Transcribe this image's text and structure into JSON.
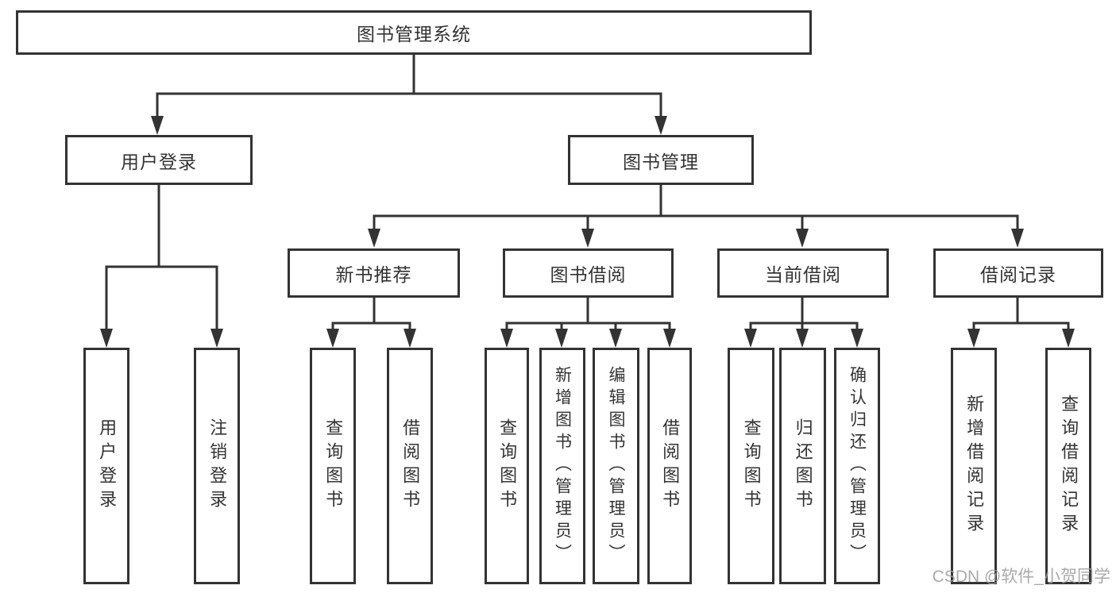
{
  "tree": {
    "root": {
      "label": "图书管理系统"
    },
    "modules": [
      {
        "label": "用户登录",
        "children": [
          {
            "label": "用户登录"
          },
          {
            "label": "注销登录"
          }
        ]
      },
      {
        "label": "图书管理",
        "children": [
          {
            "label": "新书推荐",
            "children": [
              {
                "label": "查询图书"
              },
              {
                "label": "借阅图书"
              }
            ]
          },
          {
            "label": "图书借阅",
            "children": [
              {
                "label": "查询图书"
              },
              {
                "label": "新增图书（管理员）"
              },
              {
                "label": "编辑图书（管理员）"
              },
              {
                "label": "借阅图书"
              }
            ]
          },
          {
            "label": "当前借阅",
            "children": [
              {
                "label": "查询图书"
              },
              {
                "label": "归还图书"
              },
              {
                "label": "确认归还（管理员）"
              }
            ]
          },
          {
            "label": "借阅记录",
            "children": [
              {
                "label": "新增借阅记录"
              },
              {
                "label": "查询借阅记录"
              }
            ]
          }
        ]
      }
    ]
  },
  "watermark": {
    "text": "CSDN @软件_小贺同学"
  },
  "colors": {
    "line": "#333333",
    "box_border": "#333333",
    "box_fill": "#ffffff",
    "text": "#333333",
    "background": "#ffffff",
    "watermark": "#9c9c9c"
  }
}
